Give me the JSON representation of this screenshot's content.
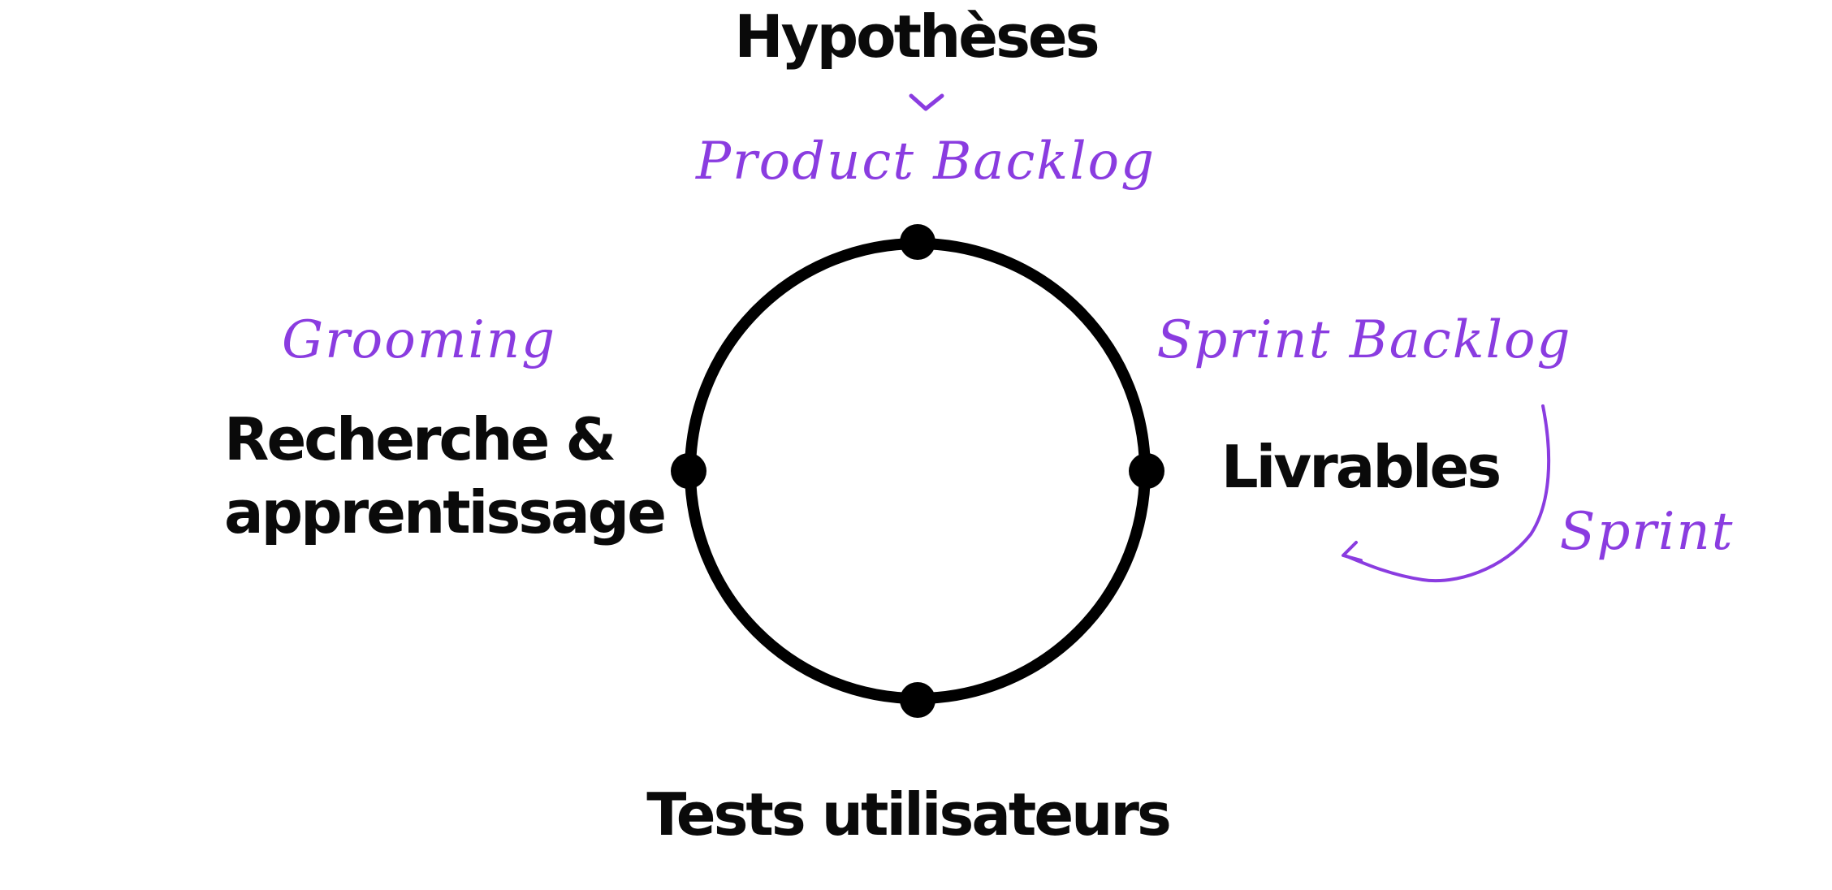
{
  "colors": {
    "stroke": "#000000",
    "text": "#0a0a0a",
    "accent": "#8a3ce0",
    "background": "#ffffff"
  },
  "nodes": {
    "top": "Hypothèses",
    "right": "Livrables",
    "bottom": "Tests utilisateurs",
    "left_line1": "Recherche &",
    "left_line2": "apprentissage"
  },
  "annotations": {
    "product_backlog": "Product Backlog",
    "sprint_backlog": "Sprint Backlog",
    "grooming": "Grooming",
    "sprint": "Sprint"
  }
}
